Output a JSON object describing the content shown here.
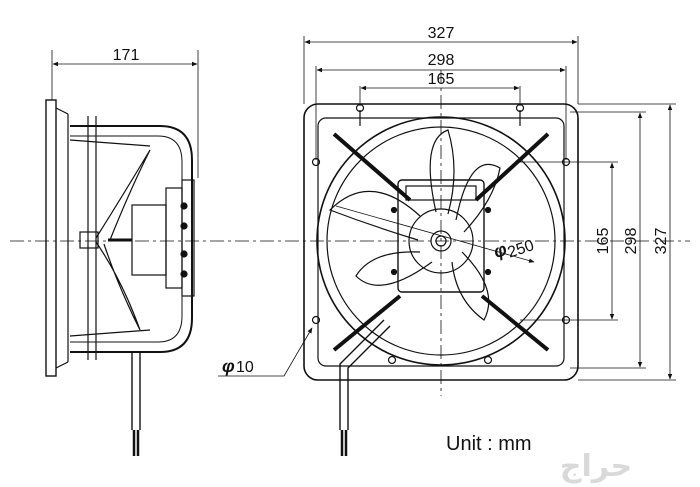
{
  "dimensions": {
    "side_depth": "171",
    "front_outer_width": "327",
    "front_mount_width": "298",
    "front_inner_width": "165",
    "front_inner_height": "165",
    "front_mount_height": "298",
    "front_outer_height": "327"
  },
  "labels": {
    "phi_symbol": "φ",
    "blade_diameter": "250",
    "hole_diameter": "10",
    "unit": "Unit : mm"
  },
  "watermark": "حراج",
  "colors": {
    "line": "#111111",
    "watermark": "#d9d9d9"
  }
}
